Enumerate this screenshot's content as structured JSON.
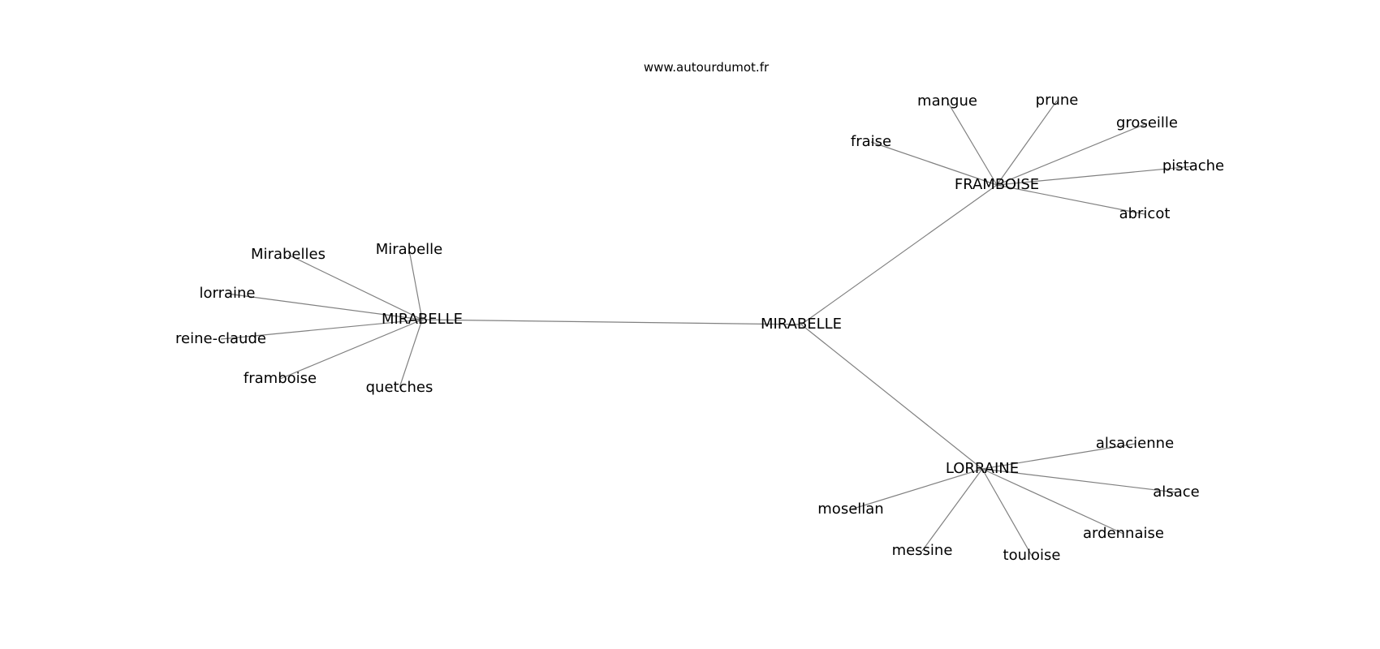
{
  "header": {
    "site": "www.autourdumot.fr"
  },
  "graph": {
    "edge_color": "#808080",
    "nodes": [
      {
        "id": "center",
        "label": "MIRABELLE"
      },
      {
        "id": "h_mirabelle",
        "label": "MIRABELLE"
      },
      {
        "id": "h_framboise",
        "label": "FRAMBOISE"
      },
      {
        "id": "h_lorraine",
        "label": "LORRAINE"
      },
      {
        "id": "mirabelles",
        "label": "Mirabelles"
      },
      {
        "id": "mirabelle",
        "label": "Mirabelle"
      },
      {
        "id": "lorraine",
        "label": "lorraine"
      },
      {
        "id": "reine_claude",
        "label": "reine-claude"
      },
      {
        "id": "framboise",
        "label": "framboise"
      },
      {
        "id": "quetches",
        "label": "quetches"
      },
      {
        "id": "mangue",
        "label": "mangue"
      },
      {
        "id": "prune",
        "label": "prune"
      },
      {
        "id": "groseille",
        "label": "groseille"
      },
      {
        "id": "fraise",
        "label": "fraise"
      },
      {
        "id": "pistache",
        "label": "pistache"
      },
      {
        "id": "abricot",
        "label": "abricot"
      },
      {
        "id": "alsacienne",
        "label": "alsacienne"
      },
      {
        "id": "alsace",
        "label": "alsace"
      },
      {
        "id": "mosellan",
        "label": "mosellan"
      },
      {
        "id": "ardennaise",
        "label": "ardennaise"
      },
      {
        "id": "messine",
        "label": "messine"
      },
      {
        "id": "touloise",
        "label": "touloise"
      }
    ],
    "edges": [
      [
        "center",
        "h_mirabelle"
      ],
      [
        "center",
        "h_framboise"
      ],
      [
        "center",
        "h_lorraine"
      ],
      [
        "h_mirabelle",
        "mirabelles"
      ],
      [
        "h_mirabelle",
        "mirabelle"
      ],
      [
        "h_mirabelle",
        "lorraine"
      ],
      [
        "h_mirabelle",
        "reine_claude"
      ],
      [
        "h_mirabelle",
        "framboise"
      ],
      [
        "h_mirabelle",
        "quetches"
      ],
      [
        "h_framboise",
        "mangue"
      ],
      [
        "h_framboise",
        "prune"
      ],
      [
        "h_framboise",
        "groseille"
      ],
      [
        "h_framboise",
        "fraise"
      ],
      [
        "h_framboise",
        "pistache"
      ],
      [
        "h_framboise",
        "abricot"
      ],
      [
        "h_lorraine",
        "alsacienne"
      ],
      [
        "h_lorraine",
        "alsace"
      ],
      [
        "h_lorraine",
        "mosellan"
      ],
      [
        "h_lorraine",
        "ardennaise"
      ],
      [
        "h_lorraine",
        "messine"
      ],
      [
        "h_lorraine",
        "touloise"
      ]
    ]
  }
}
